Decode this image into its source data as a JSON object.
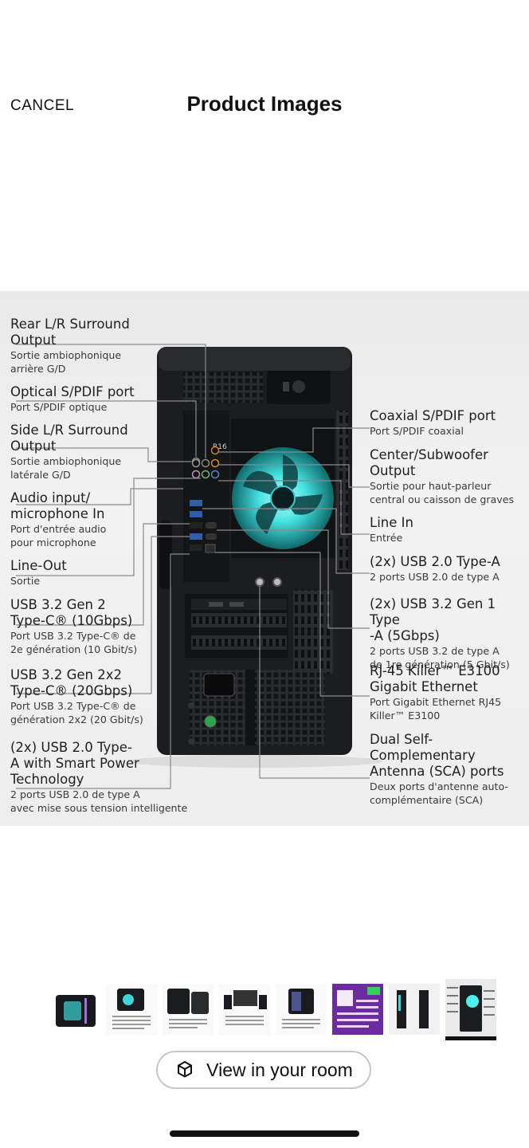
{
  "header": {
    "cancel_label": "CANCEL",
    "title": "Product Images"
  },
  "image": {
    "icons": [
      "fan-icon"
    ],
    "labels_left": [
      {
        "en": "Rear L/R Surround\nOutput",
        "fr": "Sortie ambiophonique\narrière G/D"
      },
      {
        "en": "Optical S/PDIF port",
        "fr": "Port S/PDIF optique"
      },
      {
        "en": "Side L/R Surround\nOutput",
        "fr": "Sortie ambiophonique\nlatérale G/D"
      },
      {
        "en": "Audio input/\nmicrophone In",
        "fr": "Port d'entrée audio\npour microphone"
      },
      {
        "en": "Line-Out",
        "fr": "Sortie"
      },
      {
        "en": "USB 3.2 Gen 2\nType-C® (10Gbps)",
        "fr": "Port USB 3.2 Type-C® de\n2e génération (10 Gbit/s)"
      },
      {
        "en": "USB 3.2 Gen 2x2\nType-C® (20Gbps)",
        "fr": "Port USB 3.2 Type-C® de\ngénération 2x2 (20 Gbit/s)"
      },
      {
        "en": "(2x) USB 2.0 Type-\nA with Smart Power\nTechnology",
        "fr": "2 ports USB 2.0 de type A\navec mise sous tension intelligente"
      }
    ],
    "labels_right": [
      {
        "en": "Coaxial S/PDIF port",
        "fr": "Port S/PDIF coaxial"
      },
      {
        "en": "Center/Subwoofer\nOutput",
        "fr": "Sortie pour haut-parleur\ncentral ou caisson de graves"
      },
      {
        "en": "Line In",
        "fr": "Entrée"
      },
      {
        "en": "(2x) USB 2.0 Type-A",
        "fr": "2 ports USB 2.0 de type A"
      },
      {
        "en": "(2x) USB 3.2 Gen 1 Type\n-A (5Gbps)",
        "fr": "2 ports USB 3.2 de type A\nde 1re génération (5 Gbit/s)"
      },
      {
        "en": "RJ-45 Killer™ E3100\nGigabit Ethernet",
        "fr": "Port Gigabit Ethernet RJ45\nKiller™ E3100"
      },
      {
        "en": "Dual Self-\nComplementary\nAntenna (SCA) ports",
        "fr": "Deux ports d'antenne auto-\ncomplémentaire (SCA)"
      }
    ],
    "case_model": "R16"
  },
  "thumbnails": {
    "count": 8,
    "selected_index": 7
  },
  "room_button": {
    "label": "View in your room",
    "icon": "ar-cube-icon"
  },
  "colors": {
    "fan_glow": "#3fe6e6",
    "case": "#1b1c1e",
    "accent_purple": "#6a2ca0"
  }
}
